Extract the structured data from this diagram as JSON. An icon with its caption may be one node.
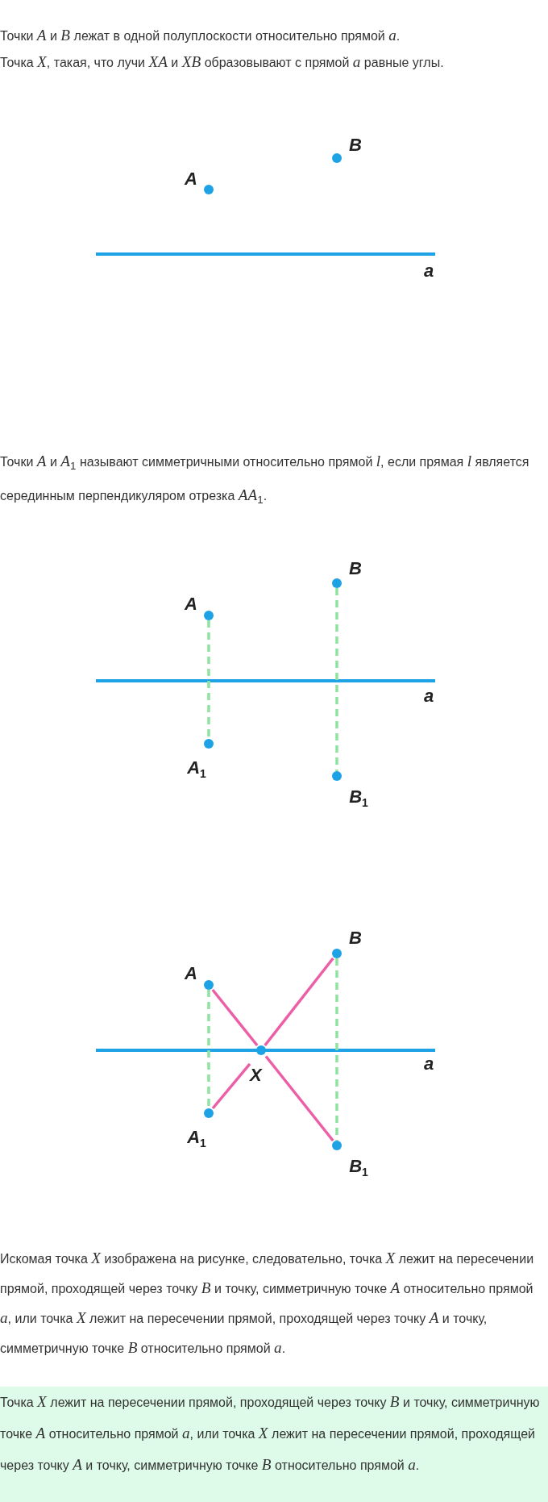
{
  "diagram": {
    "nodes": [
      {
        "text": [
          "A"
        ]
      },
      {
        "text": [
          "B"
        ]
      },
      {
        "text": [
          "A"
        ]
      },
      {
        "text": [
          "B"
        ]
      },
      {
        "text": [
          "A$_{1}$"
        ]
      },
      {
        "text": [
          "B$_{1}$"
        ]
      },
      {
        "text": [
          "A"
        ]
      },
      {
        "text": [
          "B"
        ]
      },
      {
        "text": [
          "A$_{1}$"
        ]
      },
      {
        "text": [
          "B$_{1}$"
        ]
      },
      {
        "text": [
          "X"
        ]
      },
      {
        "text": [
          "Точка *X* лежит на пересечении прямой, проходящей через точку *B* и точку, симметричную точке *A* относительно прямой *a*, или точка *X* лежит на пересечении прямой, проходящей через точку *A* и точку, симметричную точке *B* относительно прямой *a*."
        ]
      }
    ],
    "edges": [
      {
        "from": 2,
        "to": 4,
        "arrow": "none",
        "style": "dashed"
      },
      {
        "from": 3,
        "to": 5,
        "arrow": "none",
        "style": "dashed"
      },
      {
        "from": 6,
        "to": 8,
        "arrow": "none",
        "style": "dashed"
      },
      {
        "from": 7,
        "to": 9,
        "arrow": "none",
        "style": "dashed"
      },
      {
        "from": 6,
        "to": 10,
        "arrow": "none",
        "color": "#ec5fa6"
      },
      {
        "from": 10,
        "to": 9,
        "arrow": "none",
        "color": "#ec5fa6"
      },
      {
        "from": 8,
        "to": 10,
        "arrow": "none",
        "color": "#ec5fa6"
      },
      {
        "from": 10,
        "to": 7,
        "arrow": "none",
        "color": "#ec5fa6"
      }
    ],
    "labels": [
      "Точки *A* и *B* лежат в одной полуплоскости относительно прямой *a*.",
      "Точка *X*, такая, что лучи *XA* и *XB* образовывают с прямой *a* равные углы.",
      "a",
      "Точки *A* и *A*$_{1}$ называют симметричными относительно прямой *l*, если прямая *l* является серединным перпендикуляром отрезка *AA*$_{1}$.",
      "a",
      "a",
      "Искомая точка *X* изображена на рисунке, следовательно, точка *X* лежит на пересечении прямой, проходящей через точку *B* и точку, симметричную точке *A* относительно прямой *a*, или точка *X* лежит на пересечении прямой, проходящей через точку *A* и точку, симметричную точке *B* относительно прямой *a*."
    ]
  }
}
